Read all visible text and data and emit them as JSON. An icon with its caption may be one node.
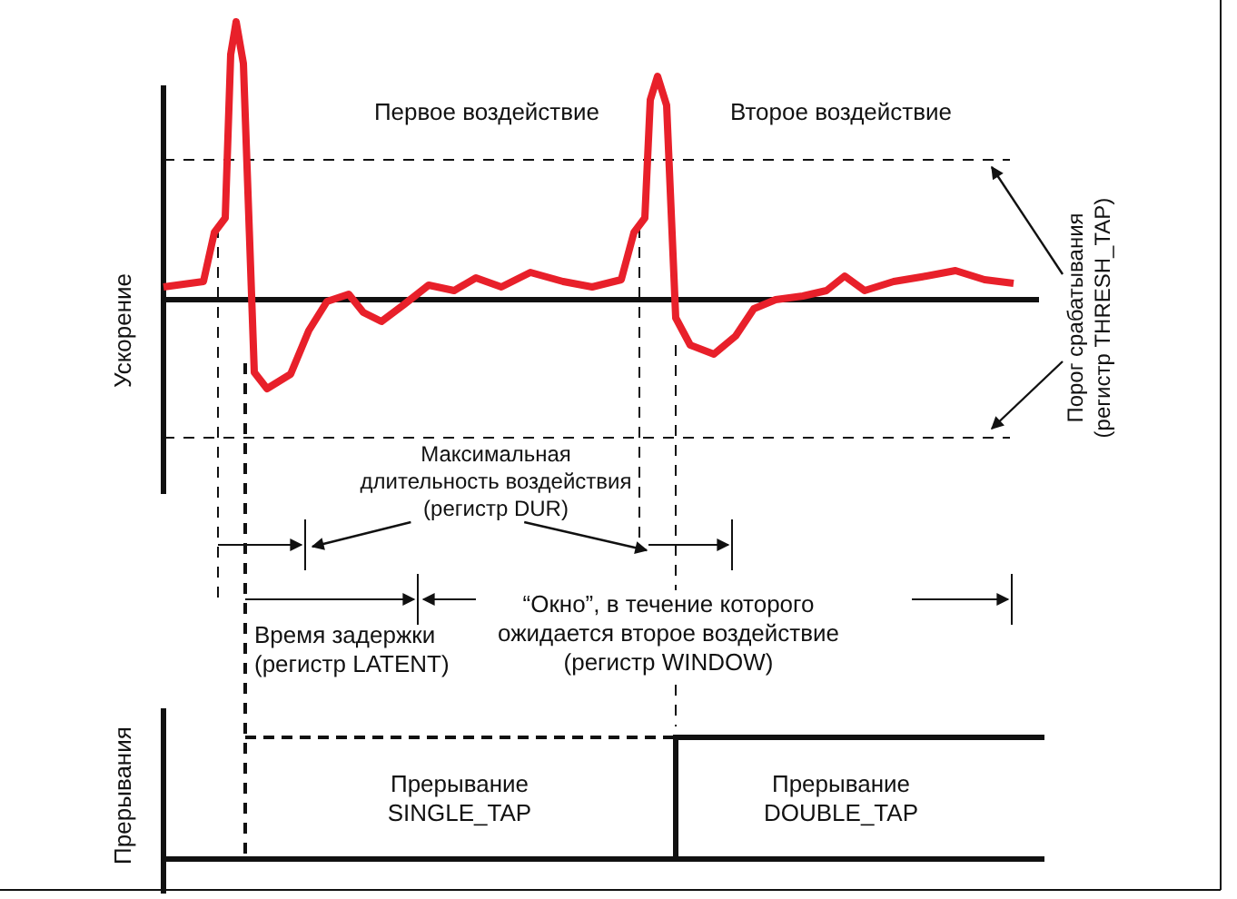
{
  "diagram": {
    "nodes": [
      {
        "text": [
          "Порог срабатывания (регистр THRESH_TAP)"
        ]
      },
      {
        "text": [
          "Максимальная длительность воздействия (регистр DUR)"
        ]
      }
    ],
    "edges": [
      {
        "from": 0,
        "to": null,
        "arrow": "to"
      },
      {
        "from": 0,
        "to": null,
        "arrow": "to"
      },
      {
        "from": 1,
        "to": null,
        "arrow": "to"
      },
      {
        "from": 1,
        "to": null,
        "arrow": "to"
      }
    ],
    "labels": [
      "Первое воздействие",
      "Второе воздействие",
      "Ускорение",
      "Время задержки (регистр LATENT)",
      "“Окно”, в течение которого ожидается второе воздействие (регистр WINDOW)",
      "Прерывания",
      "Прерывание SINGLE_TAP",
      "Прерывание DOUBLE_TAP"
    ]
  }
}
